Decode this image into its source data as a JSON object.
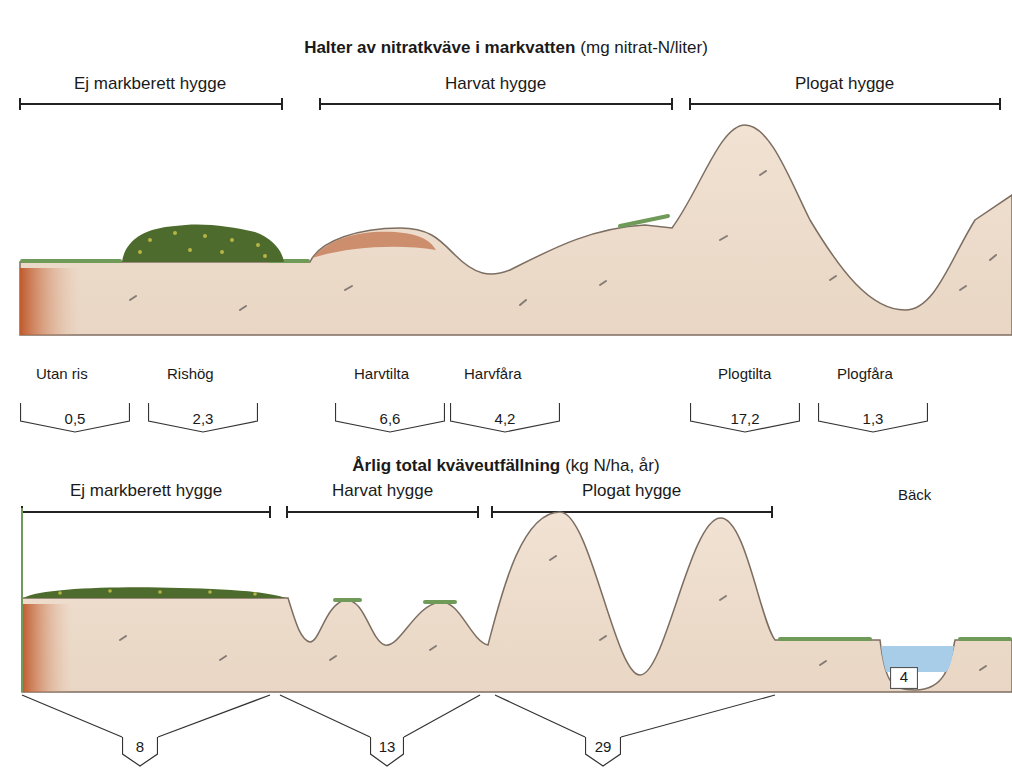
{
  "diagram": {
    "title": "Halter av nitratkväve i markvatten",
    "nodes": [
      {
        "text": [
          "0,5"
        ]
      },
      {
        "text": [
          "2,3"
        ]
      },
      {
        "text": [
          "6,6"
        ]
      },
      {
        "text": [
          "4,2"
        ]
      },
      {
        "text": [
          "17,2"
        ]
      },
      {
        "text": [
          "1,3"
        ]
      },
      {
        "text": [
          "4"
        ]
      },
      {
        "text": [
          "8"
        ]
      },
      {
        "text": [
          "13"
        ]
      },
      {
        "text": [
          "29"
        ]
      }
    ],
    "labels": [
      "(mg nitrat-N/liter)",
      "Ej markberett hygge",
      "Harvat hygge",
      "Plogat hygge",
      "Utan ris",
      "Rishög",
      "Harvtilta",
      "Harvfåra",
      "Plogtilta",
      "Plogfåra",
      "Årlig total kväveutfällning",
      "(kg N/ha, år)",
      "Ej markberett hygge",
      "Harvat hygge",
      "Plogat hygge",
      "Bäck"
    ]
  }
}
